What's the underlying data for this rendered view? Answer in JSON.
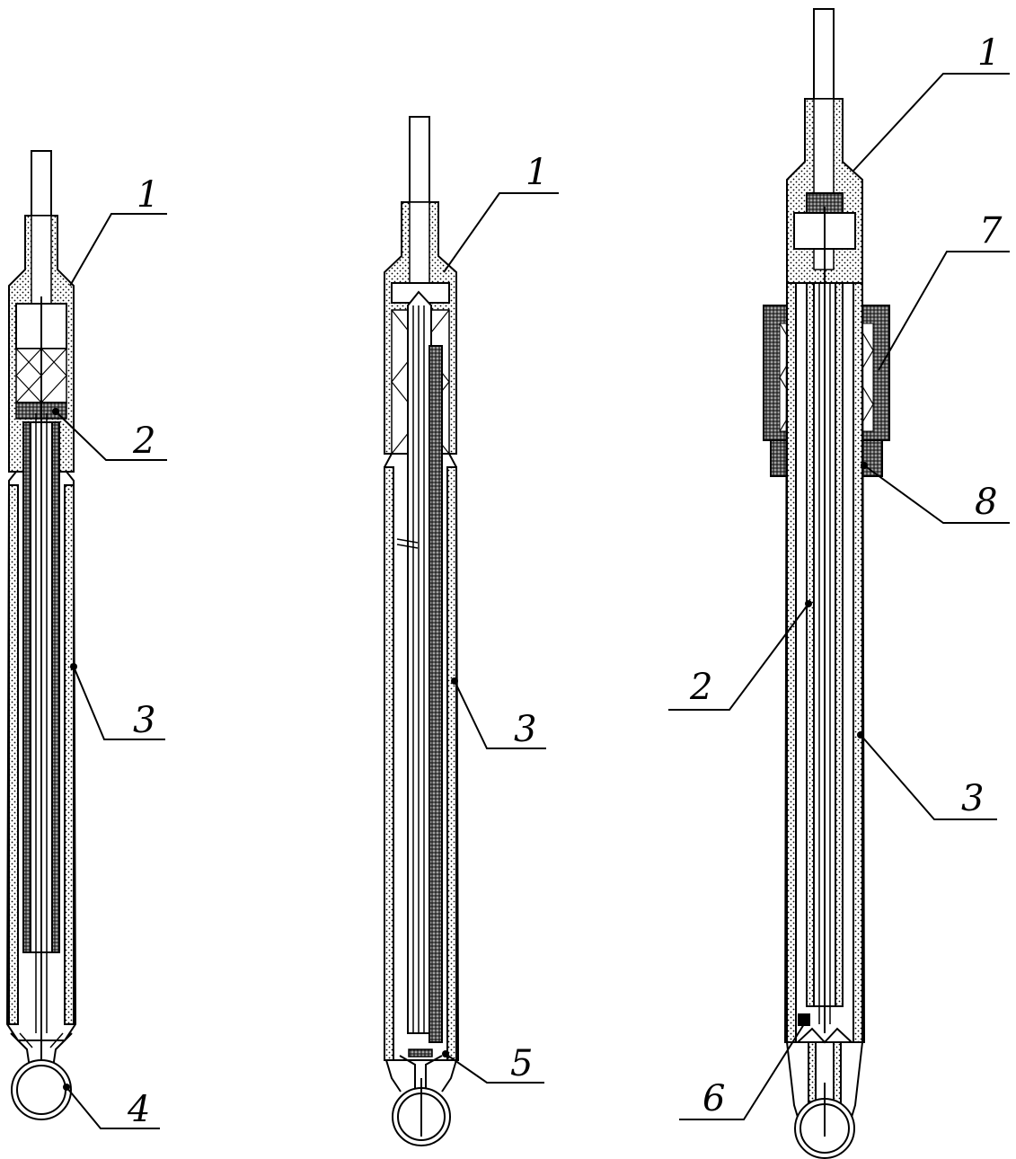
{
  "figure": {
    "electrode_a": {
      "labels": [
        "1",
        "2",
        "3",
        "4"
      ]
    },
    "electrode_b": {
      "labels": [
        "1",
        "3",
        "5"
      ]
    },
    "electrode_c": {
      "labels": [
        "1",
        "7",
        "8",
        "2",
        "3",
        "6"
      ]
    }
  }
}
